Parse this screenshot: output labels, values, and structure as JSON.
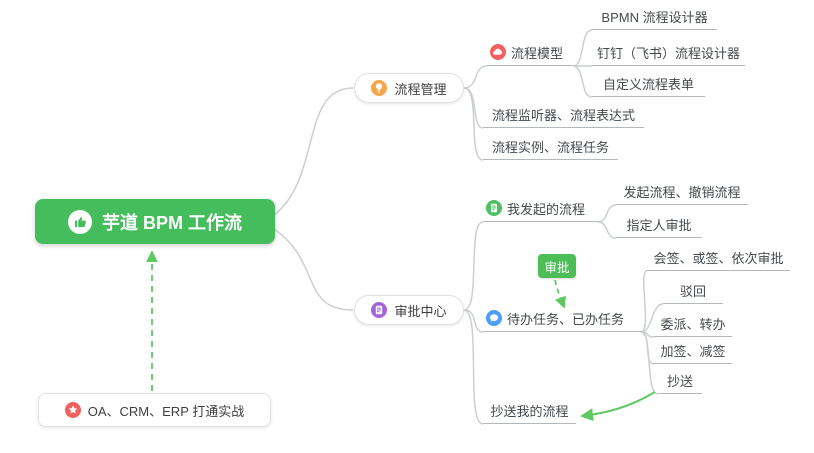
{
  "root": {
    "label": "芋道 BPM 工作流",
    "icon": "thumbs-up"
  },
  "branches": {
    "process_management": {
      "label": "流程管理",
      "icon": "bulb"
    },
    "approval_center": {
      "label": "审批中心",
      "icon": "clipboard"
    }
  },
  "leaves": {
    "process_model": {
      "label": "流程模型",
      "icon": "cloud"
    },
    "bpmn_designer": {
      "label": "BPMN 流程设计器"
    },
    "dingtalk_feishu_designer": {
      "label": "钉钉（飞书）流程设计器"
    },
    "custom_form": {
      "label": "自定义流程表单"
    },
    "listener_expression": {
      "label": "流程监听器、流程表达式"
    },
    "instance_task": {
      "label": "流程实例、流程任务"
    },
    "my_initiated": {
      "label": "我发起的流程",
      "icon": "document"
    },
    "initiate_cancel": {
      "label": "发起流程、撤销流程"
    },
    "designated_approver": {
      "label": "指定人审批"
    },
    "todo_done": {
      "label": "待办任务、已办任务",
      "icon": "chat"
    },
    "countersign": {
      "label": "会签、或签、依次审批"
    },
    "reject": {
      "label": "驳回"
    },
    "delegate_transfer": {
      "label": "委派、转办"
    },
    "add_reduce_sign": {
      "label": "加签、减签"
    },
    "cc": {
      "label": "抄送"
    },
    "cc_my_process": {
      "label": "抄送我的流程"
    }
  },
  "annotations": {
    "approval_tag": {
      "label": "审批"
    },
    "oa_practice": {
      "label": "OA、CRM、ERP 打通实战",
      "icon": "star"
    }
  },
  "colors": {
    "root_bg": "#45BD5C",
    "tag_bg": "#4CBE57",
    "connector": "#CBCFD4",
    "arrow_green": "#5FC95F",
    "underline": "#B3B8BD",
    "icon_orange": "#F7A54A",
    "icon_red": "#F2605F",
    "icon_purple": "#A365DC",
    "icon_green": "#4FC061",
    "icon_blue": "#4C9EF8"
  }
}
